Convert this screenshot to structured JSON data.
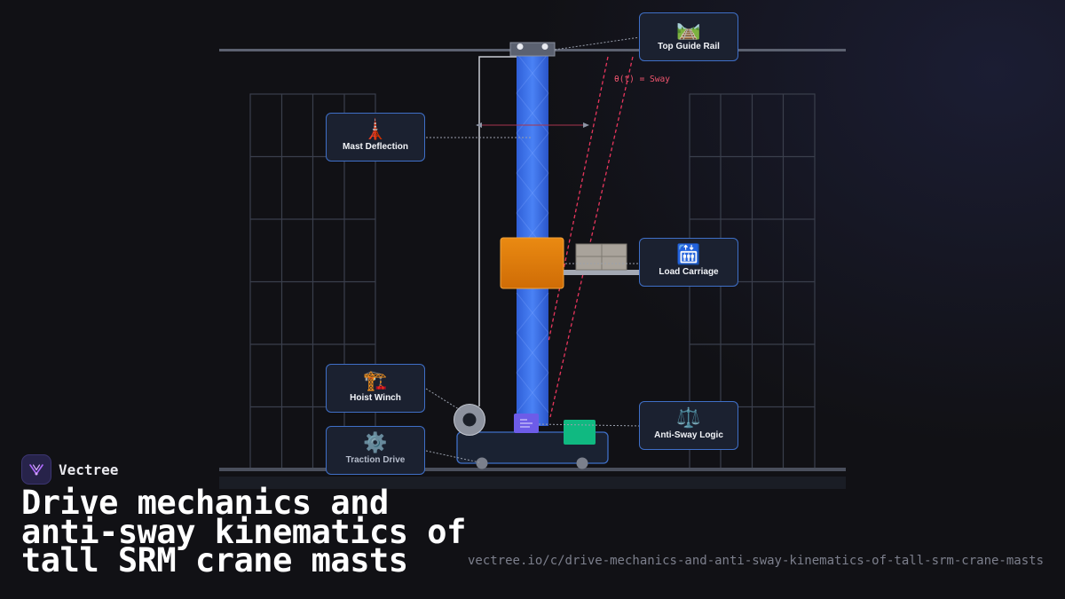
{
  "diagram": {
    "annotation": "θ(t) = Sway",
    "components": [
      {
        "id": "top-guide-rail",
        "label": "Top Guide Rail",
        "icon": "railway-track-icon",
        "glyph": "🛤️"
      },
      {
        "id": "mast-deflection",
        "label": "Mast Deflection",
        "icon": "tower-icon",
        "glyph": "🗼"
      },
      {
        "id": "load-carriage",
        "label": "Load Carriage",
        "icon": "elevator-icon",
        "glyph": "🛗"
      },
      {
        "id": "hoist-winch",
        "label": "Hoist Winch",
        "icon": "crane-icon",
        "glyph": "🏗️"
      },
      {
        "id": "anti-sway-logic",
        "label": "Anti-Sway Logic",
        "icon": "balance-scale-icon",
        "glyph": "⚖️"
      },
      {
        "id": "traction-drive",
        "label": "Traction Drive",
        "icon": "gear-icon",
        "glyph": "⚙️"
      }
    ],
    "colors": {
      "mast": "#3b6ff0",
      "carriage": "#e07b0c",
      "sway": "#e8365d",
      "card_border": "#3f6fc7",
      "controller": "#10b981",
      "sensor": "#6d5ce8"
    }
  },
  "brand": {
    "name": "Vectree"
  },
  "page": {
    "title": "Drive mechanics and anti-sway kinematics of tall SRM crane masts",
    "url": "vectree.io/c/drive-mechanics-and-anti-sway-kinematics-of-tall-srm-crane-masts"
  }
}
